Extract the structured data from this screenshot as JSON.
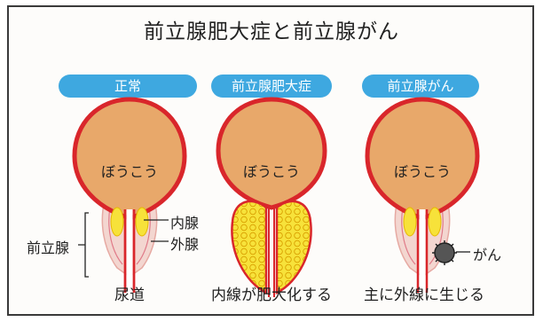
{
  "title": "前立腺肥大症と前立腺がん",
  "panels": [
    {
      "pill": "正常",
      "bladder": "ぼうこう",
      "caption": "尿道"
    },
    {
      "pill": "前立腺肥大症",
      "bladder": "ぼうこう",
      "caption": "内線が肥大化する"
    },
    {
      "pill": "前立腺がん",
      "bladder": "ぼうこう",
      "caption": "主に外線に生じる"
    }
  ],
  "labels": {
    "prostate": "前立腺",
    "inner_gland": "内腺",
    "outer_gland": "外腺",
    "cancer": "がん"
  },
  "colors": {
    "pill": "#3ea8e0",
    "bladder_fill": "#e8a86a",
    "bladder_rim": "#d9262b",
    "prostate_fill": "#f3d6d0",
    "inner_gland": "#f7e23a",
    "tumor": "#555555"
  }
}
